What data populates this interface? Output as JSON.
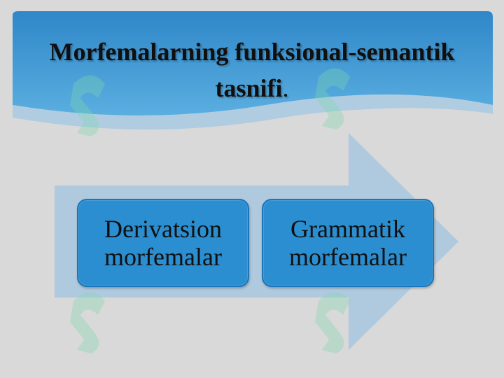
{
  "slide": {
    "title_main": "Morfemalarning funksional-semantik tasnifi",
    "title_dot": ".",
    "boxes": [
      {
        "line1": "Derivatsion",
        "line2": "morfemalar"
      },
      {
        "line1": "Grammatik",
        "line2": "morfemalar"
      }
    ]
  },
  "colors": {
    "header_blue": "#3a93cf",
    "box_blue": "#2b8ed0",
    "arrow_blue": "#aac6de",
    "background": "#d9d9d9"
  }
}
